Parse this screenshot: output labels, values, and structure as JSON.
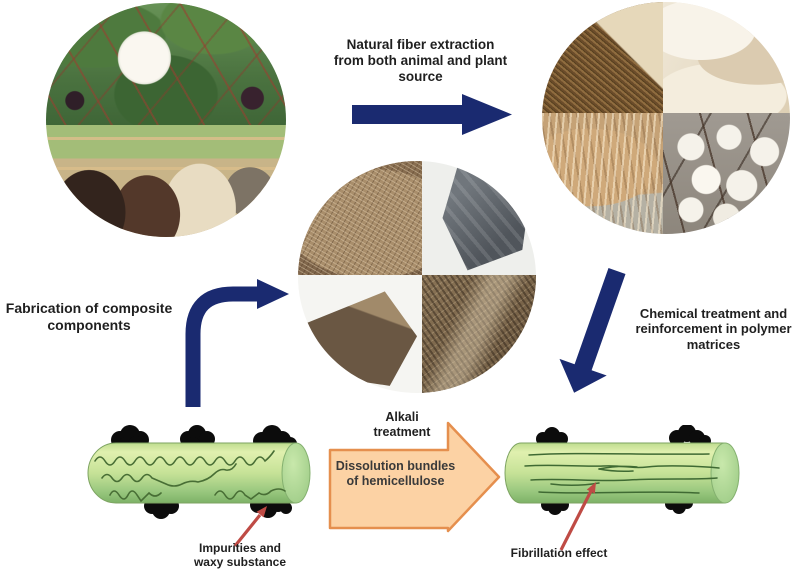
{
  "labels": {
    "extraction": "Natural fiber extraction\nfrom both animal and plant\nsource",
    "fabrication": "Fabrication of composite\ncomponents",
    "chemical": "Chemical treatment and\nreinforcement in  polymer\nmatrices",
    "alkali": "Alkali\ntreatment",
    "dissolution": "Dissolution bundles\nof hemicellulose",
    "impurities": "Impurities and\nwaxy substance",
    "fibrillation": "Fibrillation effect"
  },
  "colors": {
    "arrow_navy": "#1a2a70",
    "block_arrow_fill": "#fcd2a4",
    "block_arrow_border": "#e58f4e",
    "fiber_green_light": "#dff0ad",
    "fiber_green_dark": "#7db267",
    "annotation_red": "#bf4b45",
    "impurity_black": "#0c0c0c",
    "text": "#1f1f1f"
  },
  "photos": {
    "source_circle": {
      "top": "cotton plant with boll",
      "bottom": "alpaca herd at fence"
    },
    "fiber_circle": {
      "top_left": "coir fiber mat",
      "top_right": "wool roving",
      "bottom_left": "loose jute fibers",
      "bottom_right": "cotton bolls on branch"
    },
    "composite_circle": {
      "top_left": "nonwoven fiber mat",
      "top_right": "molded interior panel",
      "bottom_left": "molded composite tray",
      "bottom_right": "woven fiber composite"
    }
  }
}
